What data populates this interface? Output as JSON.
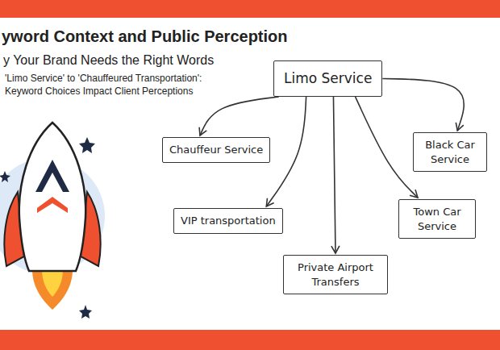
{
  "diagram": {
    "title": "yword Context and Public Perception",
    "nodes": [
      {
        "text": [
          "Limo Service"
        ]
      },
      {
        "text": [
          "Chauffeur Service"
        ]
      },
      {
        "text": [
          "Black Car Service"
        ]
      },
      {
        "text": [
          "VIP transportation"
        ]
      },
      {
        "text": [
          "Town Car Service"
        ]
      },
      {
        "text": [
          "Private Airport Transfers"
        ]
      }
    ],
    "edges": [
      {
        "from": 0,
        "to": 1,
        "arrow": "to"
      },
      {
        "from": 0,
        "to": 2,
        "arrow": "to"
      },
      {
        "from": 0,
        "to": 3,
        "arrow": "to"
      },
      {
        "from": 0,
        "to": 4,
        "arrow": "to"
      },
      {
        "from": 0,
        "to": 5,
        "arrow": "to"
      }
    ],
    "labels": [
      "y Your Brand Needs the Right Words",
      "'Limo Service' to 'Chauffeured Transportation':",
      "Keyword Choices Impact Client Perceptions"
    ]
  }
}
